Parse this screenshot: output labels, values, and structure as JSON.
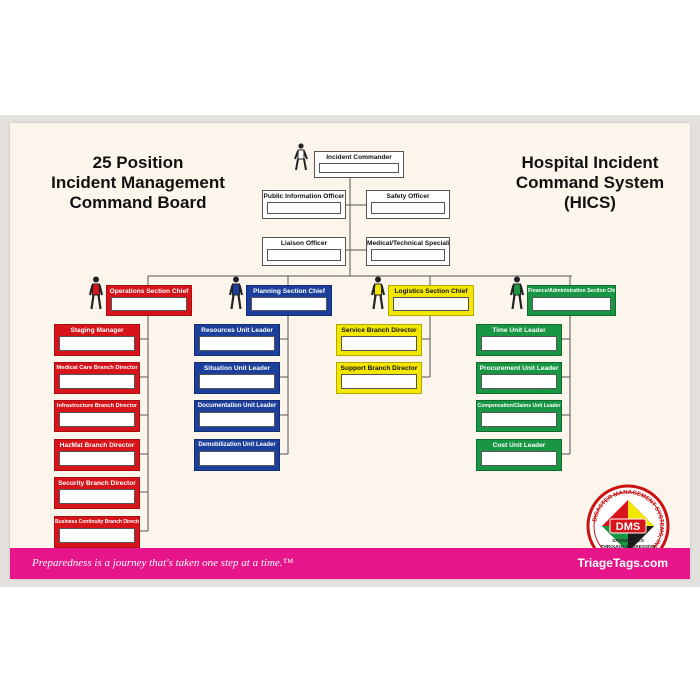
{
  "title_left": {
    "line1": "25 Position",
    "line2": "Incident Management",
    "line3": "Command Board"
  },
  "title_right": {
    "line1": "Hospital Incident",
    "line2": "Command System",
    "line3": "(HICS)"
  },
  "top": {
    "incident_commander": "Incident Commander",
    "public_information_officer": "Public Information Officer",
    "safety_officer": "Safety Officer",
    "liaison_officer": "Liaison Officer",
    "medical_technical_specialist": "Medical/Technical Specialist"
  },
  "sections": [
    {
      "chief": "Operations Section Chief",
      "color": "#d7141a",
      "units": [
        "Staging Manager",
        "Medical Care Branch Director",
        "Infrastructure Branch Director",
        "HazMat Branch Director",
        "Security Branch Director",
        "Business Continuity Branch Director"
      ]
    },
    {
      "chief": "Planning Section Chief",
      "color": "#1d3f9c",
      "units": [
        "Resources Unit Leader",
        "Situation Unit Leader",
        "Documentation Unit Leader",
        "Demobilization Unit Leader"
      ]
    },
    {
      "chief": "Logistics Section Chief",
      "color": "#f3e600",
      "units": [
        "Service Branch Director",
        "Support Branch Director"
      ]
    },
    {
      "chief": "Finance/Administration Section Chief",
      "color": "#199643",
      "units": [
        "Time Unit Leader",
        "Procurement Unit Leader",
        "Compensation/Claims Unit Leader",
        "Cost Unit Leader"
      ]
    }
  ],
  "icons": {
    "person": "person-icon",
    "logo": "dms-logo"
  },
  "logo": {
    "name": "DMS",
    "ring_text": "DISASTER MANAGEMENT SYSTEMS, INC.",
    "slogan1": "SAVING LIVES",
    "slogan2": "THROUGH AGGRESSIVE",
    "slogan3": "FIELD MANAGEMENT™"
  },
  "footer": {
    "tagline": "Preparedness is a journey that's taken one step at a time.™",
    "site": "TriageTags.com"
  }
}
